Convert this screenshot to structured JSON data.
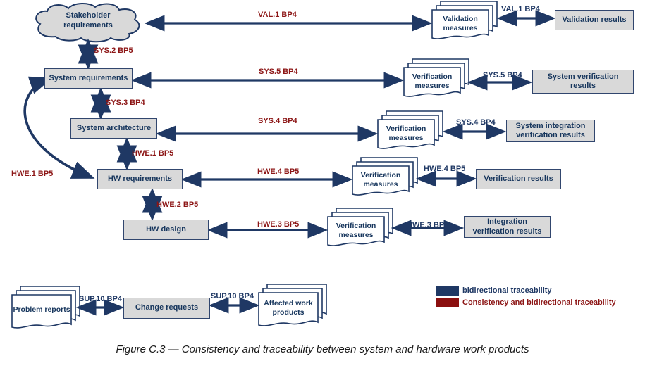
{
  "caption": "Figure C.3 — Consistency and traceability between system and hardware work products",
  "colors": {
    "navy": "#1F3864",
    "dark_red": "#8C1515",
    "box_fill": "#D9D9D9",
    "page_fill": "#FFFFFF"
  },
  "nodes": {
    "stakeholder_requirements": {
      "label": "Stakeholder requirements"
    },
    "system_requirements": {
      "label": "System requirements"
    },
    "system_architecture": {
      "label": "System architecture"
    },
    "hw_requirements": {
      "label": "HW requirements"
    },
    "hw_design": {
      "label": "HW design"
    },
    "validation_measures": {
      "label": "Validation measures"
    },
    "verification_measures": {
      "label": "Verification measures"
    },
    "validation_results": {
      "label": "Validation results"
    },
    "system_verification_results": {
      "label": "System verification results"
    },
    "system_integration_verification_results": {
      "label": "System integration verification results"
    },
    "verification_results": {
      "label": "Verification results"
    },
    "integration_verification_results": {
      "label": "Integration verification results"
    },
    "problem_reports": {
      "label": "Problem reports"
    },
    "change_requests": {
      "label": "Change requests"
    },
    "affected_work_products": {
      "label": "Affected work products"
    }
  },
  "edge_labels": {
    "val1": "VAL.1 BP4",
    "sys2": "SYS.2 BP5",
    "sys3": "SYS.3 BP4",
    "sys4": "SYS.4 BP4",
    "sys5": "SYS.5 BP4",
    "hwe1": "HWE.1 BP5",
    "hwe2": "HWE.2 BP5",
    "hwe3": "HWE.3 BP5",
    "hwe4": "HWE.4 BP5",
    "sup10": "SUP.10 BP4"
  },
  "legend": {
    "bidirectional": "bidirectional traceability",
    "consistency": "Consistency and bidirectional traceability"
  }
}
